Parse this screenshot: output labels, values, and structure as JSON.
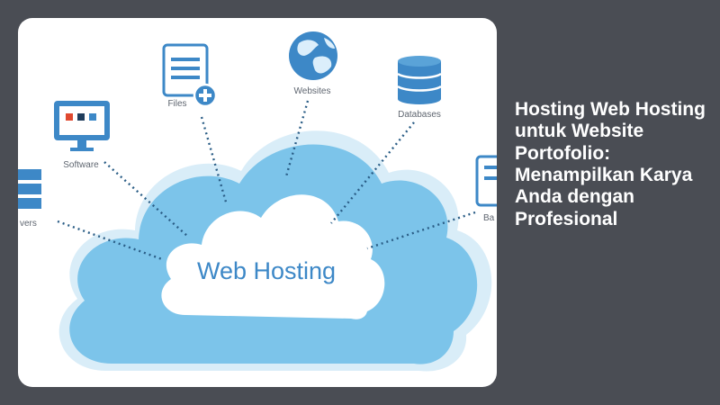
{
  "diagram": {
    "center_label": "Web Hosting",
    "nodes": [
      {
        "id": "files",
        "label": "Files",
        "icon": "file-plus-icon"
      },
      {
        "id": "websites",
        "label": "Websites",
        "icon": "globe-icon"
      },
      {
        "id": "databases",
        "label": "Databases",
        "icon": "database-icon"
      },
      {
        "id": "software",
        "label": "Software",
        "icon": "monitor-icon"
      },
      {
        "id": "servers",
        "label": "vers",
        "icon": "server-icon"
      },
      {
        "id": "backup",
        "label": "Ba",
        "icon": "backup-icon"
      }
    ],
    "colors": {
      "cloud": "#7cc4ea",
      "cloud_shadow": "#d6ecf8",
      "icon_primary": "#3d88c7",
      "connector": "#2a5d86"
    }
  },
  "headline": "Hosting Web Hosting untuk Website Portofolio: Menampilkan Karya Anda dengan Profesional"
}
